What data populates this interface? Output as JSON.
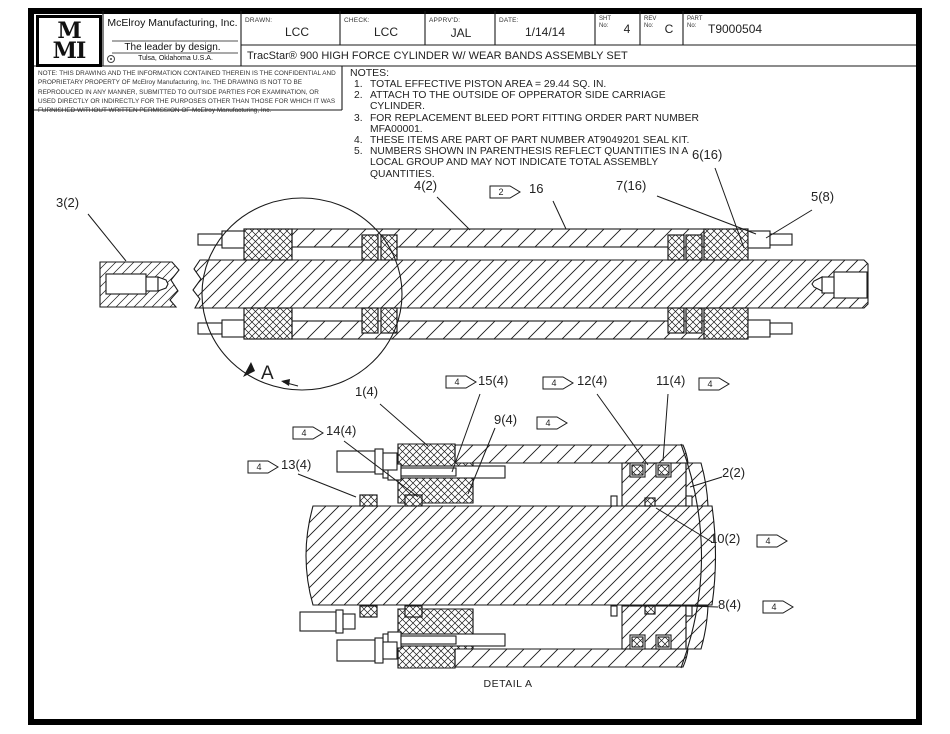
{
  "colors": {
    "line": "#1a1a1a",
    "background": "#ffffff"
  },
  "title_block": {
    "logo": {
      "line1": "M",
      "line2": "MI"
    },
    "company": {
      "name": "McElroy Manufacturing, Inc.",
      "tagline": "The leader by design.",
      "location": "Tulsa, Oklahoma U.S.A."
    },
    "drawn": {
      "label": "DRAWN:",
      "value": "LCC"
    },
    "check": {
      "label": "CHECK:",
      "value": "LCC"
    },
    "approved": {
      "label": "APPRV'D:",
      "value": "JAL"
    },
    "date": {
      "label": "DATE:",
      "value": "1/14/14"
    },
    "sheet": {
      "label_line1": "SHT",
      "label_line2": "No:",
      "value": "4"
    },
    "rev": {
      "label_line1": "REV",
      "label_line2": "No:",
      "value": "C"
    },
    "part": {
      "label_line1": "PART",
      "label_line2": "No:",
      "value": "T9000504"
    },
    "drawing_title": "TracStar® 900 HIGH FORCE CYLINDER W/ WEAR BANDS ASSEMBLY SET"
  },
  "confidential_note": "NOTE: THIS DRAWING AND THE INFORMATION CONTAINED THEREIN IS THE CONFIDENTIAL AND PROPRIETARY PROPERTY OF McElroy Manufacturing, Inc. THE DRAWING IS NOT TO BE REPRODUCED IN ANY MANNER, SUBMITTED TO OUTSIDE PARTIES FOR EXAMINATION, OR USED DIRECTLY OR INDIRECTLY FOR THE PURPOSES OTHER THAN THOSE FOR WHICH IT WAS FURNISHED WITHOUT WRITTEN PERMISSION OF McElroy Manufacturing, Inc.",
  "notes": {
    "heading": "NOTES:",
    "items": [
      {
        "num": "1.",
        "text": "TOTAL EFFECTIVE PISTON AREA = 29.44 SQ. IN."
      },
      {
        "num": "2.",
        "text": "ATTACH TO THE OUTSIDE OF OPPERATOR SIDE CARRIAGE CYLINDER."
      },
      {
        "num": "3.",
        "text": "FOR REPLACEMENT  BLEED PORT FITTING ORDER PART NUMBER MFA00001."
      },
      {
        "num": "4.",
        "text": "THESE ITEMS ARE PART OF PART NUMBER AT9049201 SEAL KIT."
      },
      {
        "num": "5.",
        "text": "NUMBERS SHOWN IN PARENTHESIS REFLECT QUANTITIES IN A LOCAL GROUP AND MAY NOT INDICATE TOTAL ASSEMBLY QUANTITIES."
      }
    ]
  },
  "callouts": {
    "u3": "3(2)",
    "u4": "4(2)",
    "u16": "16",
    "u16_flag": "2",
    "u7": "7(16)",
    "u6": "6(16)",
    "u5": "5(8)",
    "l1": "1(4)",
    "l15": "15(4)",
    "l15_flag": "4",
    "l9": "9(4)",
    "l9_flag": "4",
    "l12": "12(4)",
    "l12_flag": "4",
    "l11": "11(4)",
    "l11_flag": "4",
    "l14": "14(4)",
    "l14_flag": "4",
    "l13": "13(4)",
    "l13_flag": "4",
    "l2": "2(2)",
    "l10": "10(2)",
    "l10_flag": "4",
    "l8": "8(4)",
    "l8_flag": "4"
  },
  "detail": {
    "view_label": "A",
    "caption": "DETAIL A"
  }
}
